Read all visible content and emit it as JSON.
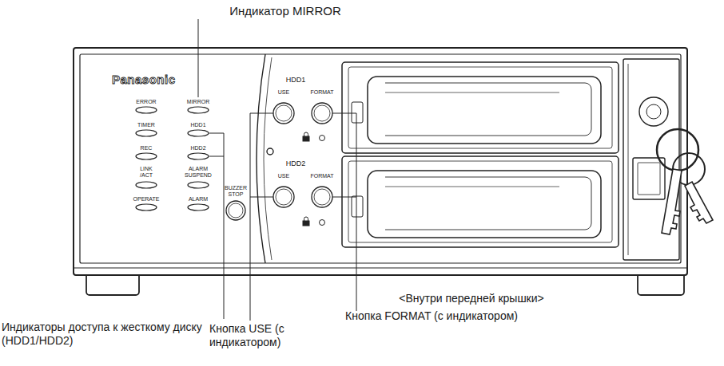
{
  "diagram": {
    "labels": [
      "Индикатор MIRROR",
      "Panasonic",
      "ERROR",
      "MIRROR",
      "TIMER",
      "HDD1",
      "REC",
      "HDD2",
      "LINK /ACT",
      "ALARM SUSPEND",
      "OPERATE",
      "ALARM",
      "BUZZER STOP",
      "HDD1",
      "USE",
      "FORMAT",
      "HDD2",
      "USE",
      "FORMAT",
      "<Внутри передней крышки>",
      "Кнопка FORMAT (с индикатором)",
      "Индикаторы доступа к жесткому диску (HDD1/HDD2)",
      "Кнопка USE (с индикатором)"
    ]
  }
}
